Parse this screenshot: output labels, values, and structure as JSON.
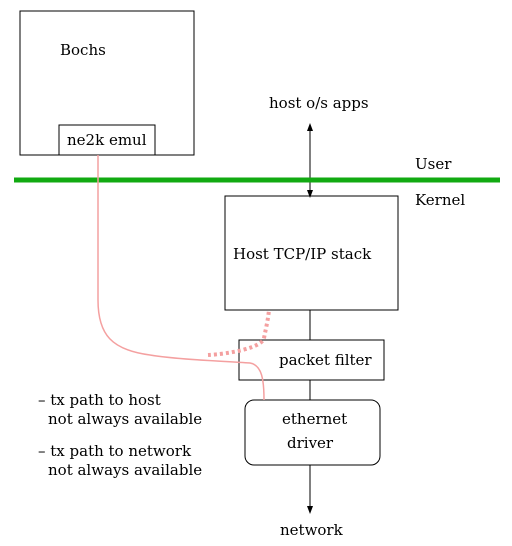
{
  "boxes": {
    "bochs": "Bochs",
    "ne2k": "ne2k emul",
    "tcpip": "Host TCP/IP stack",
    "packet_filter": "packet filter",
    "ethernet_line1": "ethernet",
    "ethernet_line2": "driver"
  },
  "labels": {
    "host_apps": "host o/s apps",
    "user": "User",
    "kernel": "Kernel",
    "network": "network"
  },
  "notes": [
    {
      "line1": "– tx path to host",
      "line2": "not always available"
    },
    {
      "line1": "– tx path to network",
      "line2": "not always available"
    }
  ],
  "colors": {
    "boundary": "#11aa11",
    "path": "#f4a0a0",
    "line": "#000000"
  }
}
